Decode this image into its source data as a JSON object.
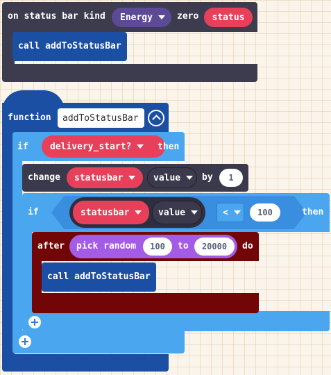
{
  "colors": {
    "event": "#3d3c4f",
    "function_block": "#1a4fa3",
    "logic": "#4aa6ee",
    "sprite": "#3b3a4d",
    "math_pink": "#e8405a",
    "loop_dark": "#720505",
    "random_purple": "#a45be5",
    "dropdown_purple": "#5c4a97"
  },
  "event_block": {
    "label_prefix": "on status bar kind",
    "kind_value": "Energy",
    "label_middle": "zero",
    "param_value": "status",
    "inner_call": "call addToStatusBar"
  },
  "function_block": {
    "keyword": "function",
    "name": "addToStatusBar",
    "collapse_icon": "chevron-up-icon"
  },
  "if_block": {
    "if_label": "if",
    "condition": "delivery_start?",
    "then_label": "then"
  },
  "change_block": {
    "change_label": "change",
    "target": "statusbar",
    "property": "value",
    "by_label": "by",
    "amount": "1"
  },
  "inner_if": {
    "if_label": "if",
    "lhs_target": "statusbar",
    "lhs_property": "value",
    "operator": "<",
    "rhs_value": "100",
    "then_label": "then"
  },
  "after_block": {
    "after_label": "after",
    "random_label": "pick random",
    "min": "100",
    "to_label": "to",
    "max": "20000",
    "do_label": "do",
    "inner_call": "call addToStatusBar"
  }
}
